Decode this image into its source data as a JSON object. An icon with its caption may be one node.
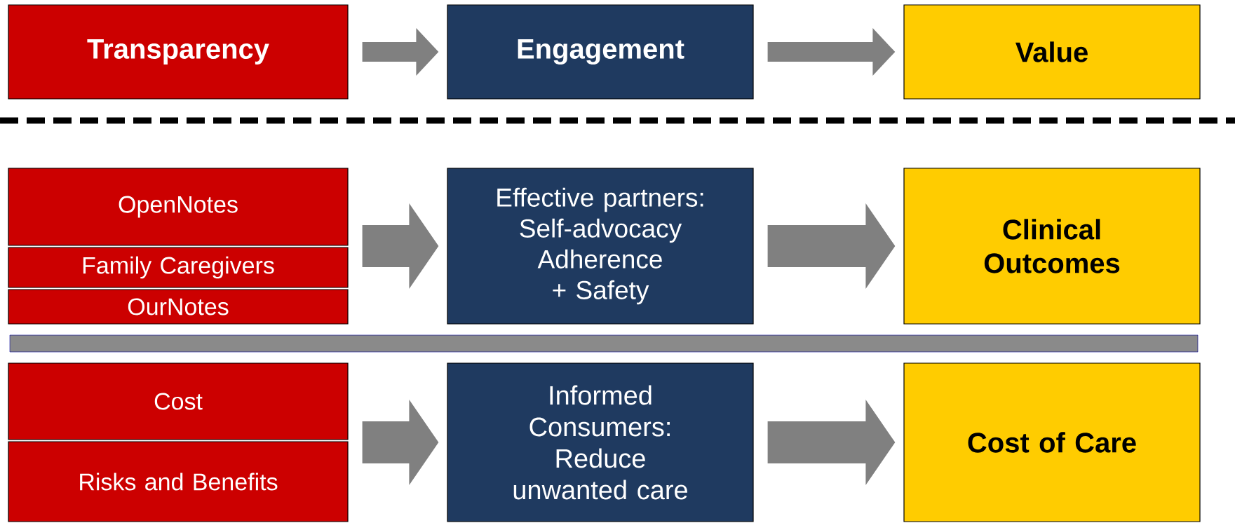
{
  "diagram": {
    "nodes": [
      {
        "text": [
          "Transparency"
        ]
      },
      {
        "text": [
          "Engagement"
        ]
      },
      {
        "text": [
          "Value"
        ]
      },
      {
        "text": [
          "OpenNotes"
        ]
      },
      {
        "text": [
          "Family Caregivers"
        ]
      },
      {
        "text": [
          "OurNotes"
        ]
      },
      {
        "text": [
          "Effective partners: Self-advocacy Adherence + Safety"
        ]
      },
      {
        "text": [
          "Clinical Outcomes"
        ]
      },
      {
        "text": [],
        "shape": "bar"
      },
      {
        "text": [
          "Cost"
        ]
      },
      {
        "text": [
          "Risks and Benefits"
        ]
      },
      {
        "text": [
          "Informed Consumers: Reduce unwanted care"
        ]
      },
      {
        "text": [
          "Cost of Care"
        ]
      }
    ],
    "edges": [
      {
        "from": 0,
        "to": 1,
        "arrow": "to"
      },
      {
        "from": 1,
        "to": 2,
        "arrow": "to"
      },
      {
        "from": 3,
        "to": 6,
        "arrow": "to"
      },
      {
        "from": 4,
        "to": 6,
        "arrow": "to"
      },
      {
        "from": 6,
        "to": 7,
        "arrow": "to"
      },
      {
        "from": 9,
        "to": 11,
        "arrow": "to"
      },
      {
        "from": 10,
        "to": 11,
        "arrow": "to"
      },
      {
        "from": 11,
        "to": 12,
        "arrow": "to"
      }
    ]
  }
}
